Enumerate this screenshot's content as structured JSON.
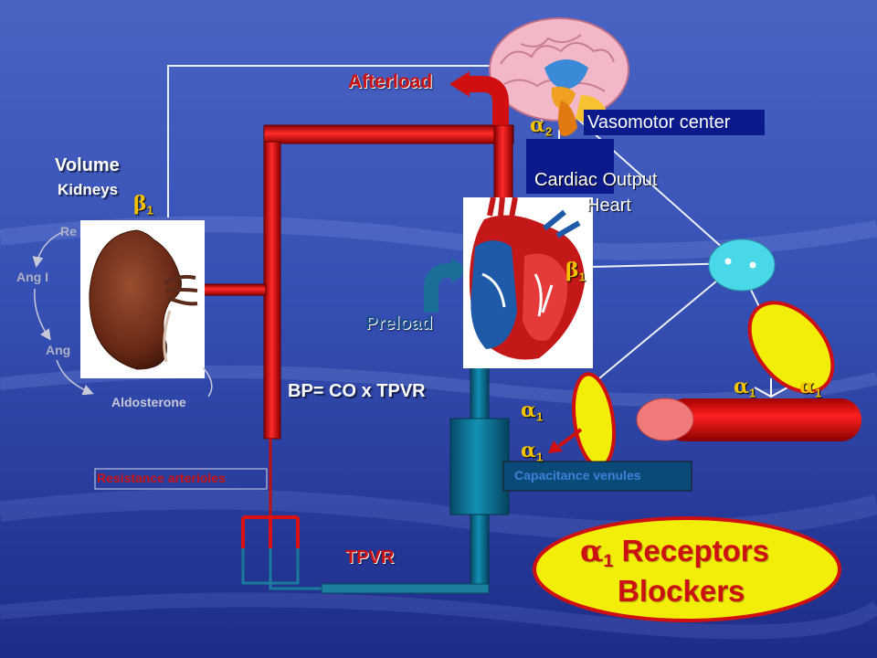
{
  "labels": {
    "afterload": "Afterload",
    "preload": "Preload",
    "vasomotor_center": "Vasomotor center",
    "cardiac_output": "Cardiac Output",
    "heart": "Heart",
    "volume": "Volume",
    "kidneys": "Kidneys",
    "renin_partial": "Re",
    "ang_i": "Ang I",
    "ang_partial": "Ang",
    "aldosterone": "Aldosterone",
    "bp_formula": "BP= CO x TPVR",
    "resistance_arterioles": "Resistance arterioles",
    "capacitance_venules": "Capacitance venules",
    "tpvr": "TPVR"
  },
  "receptors": {
    "alpha_symbol": "α",
    "beta_symbol": "β",
    "alpha2_sub": "2",
    "beta1_kidney_sub": "1",
    "beta1_heart_sub": "1",
    "alpha1_vessel_left_sub": "1",
    "alpha1_vessel_right_sub": "1",
    "alpha1_venule_upper_sub": "1",
    "alpha1_venule_lower_sub": "1"
  },
  "title": {
    "symbol": "α",
    "subscript": "1",
    "line1": "Receptors",
    "line2": "Blockers"
  },
  "colors": {
    "background_top": "#3a4fb4",
    "background_bottom": "#22308c",
    "label_red": "#cc1111",
    "label_blue_box": "#0a1a8a",
    "artery_red": "#dd1010",
    "vein_teal": "#0c7a9a",
    "callout_yellow": "#f2ee0a",
    "brain_pink": "#f2b8c8",
    "nerve_cyan": "#48d8e8"
  }
}
